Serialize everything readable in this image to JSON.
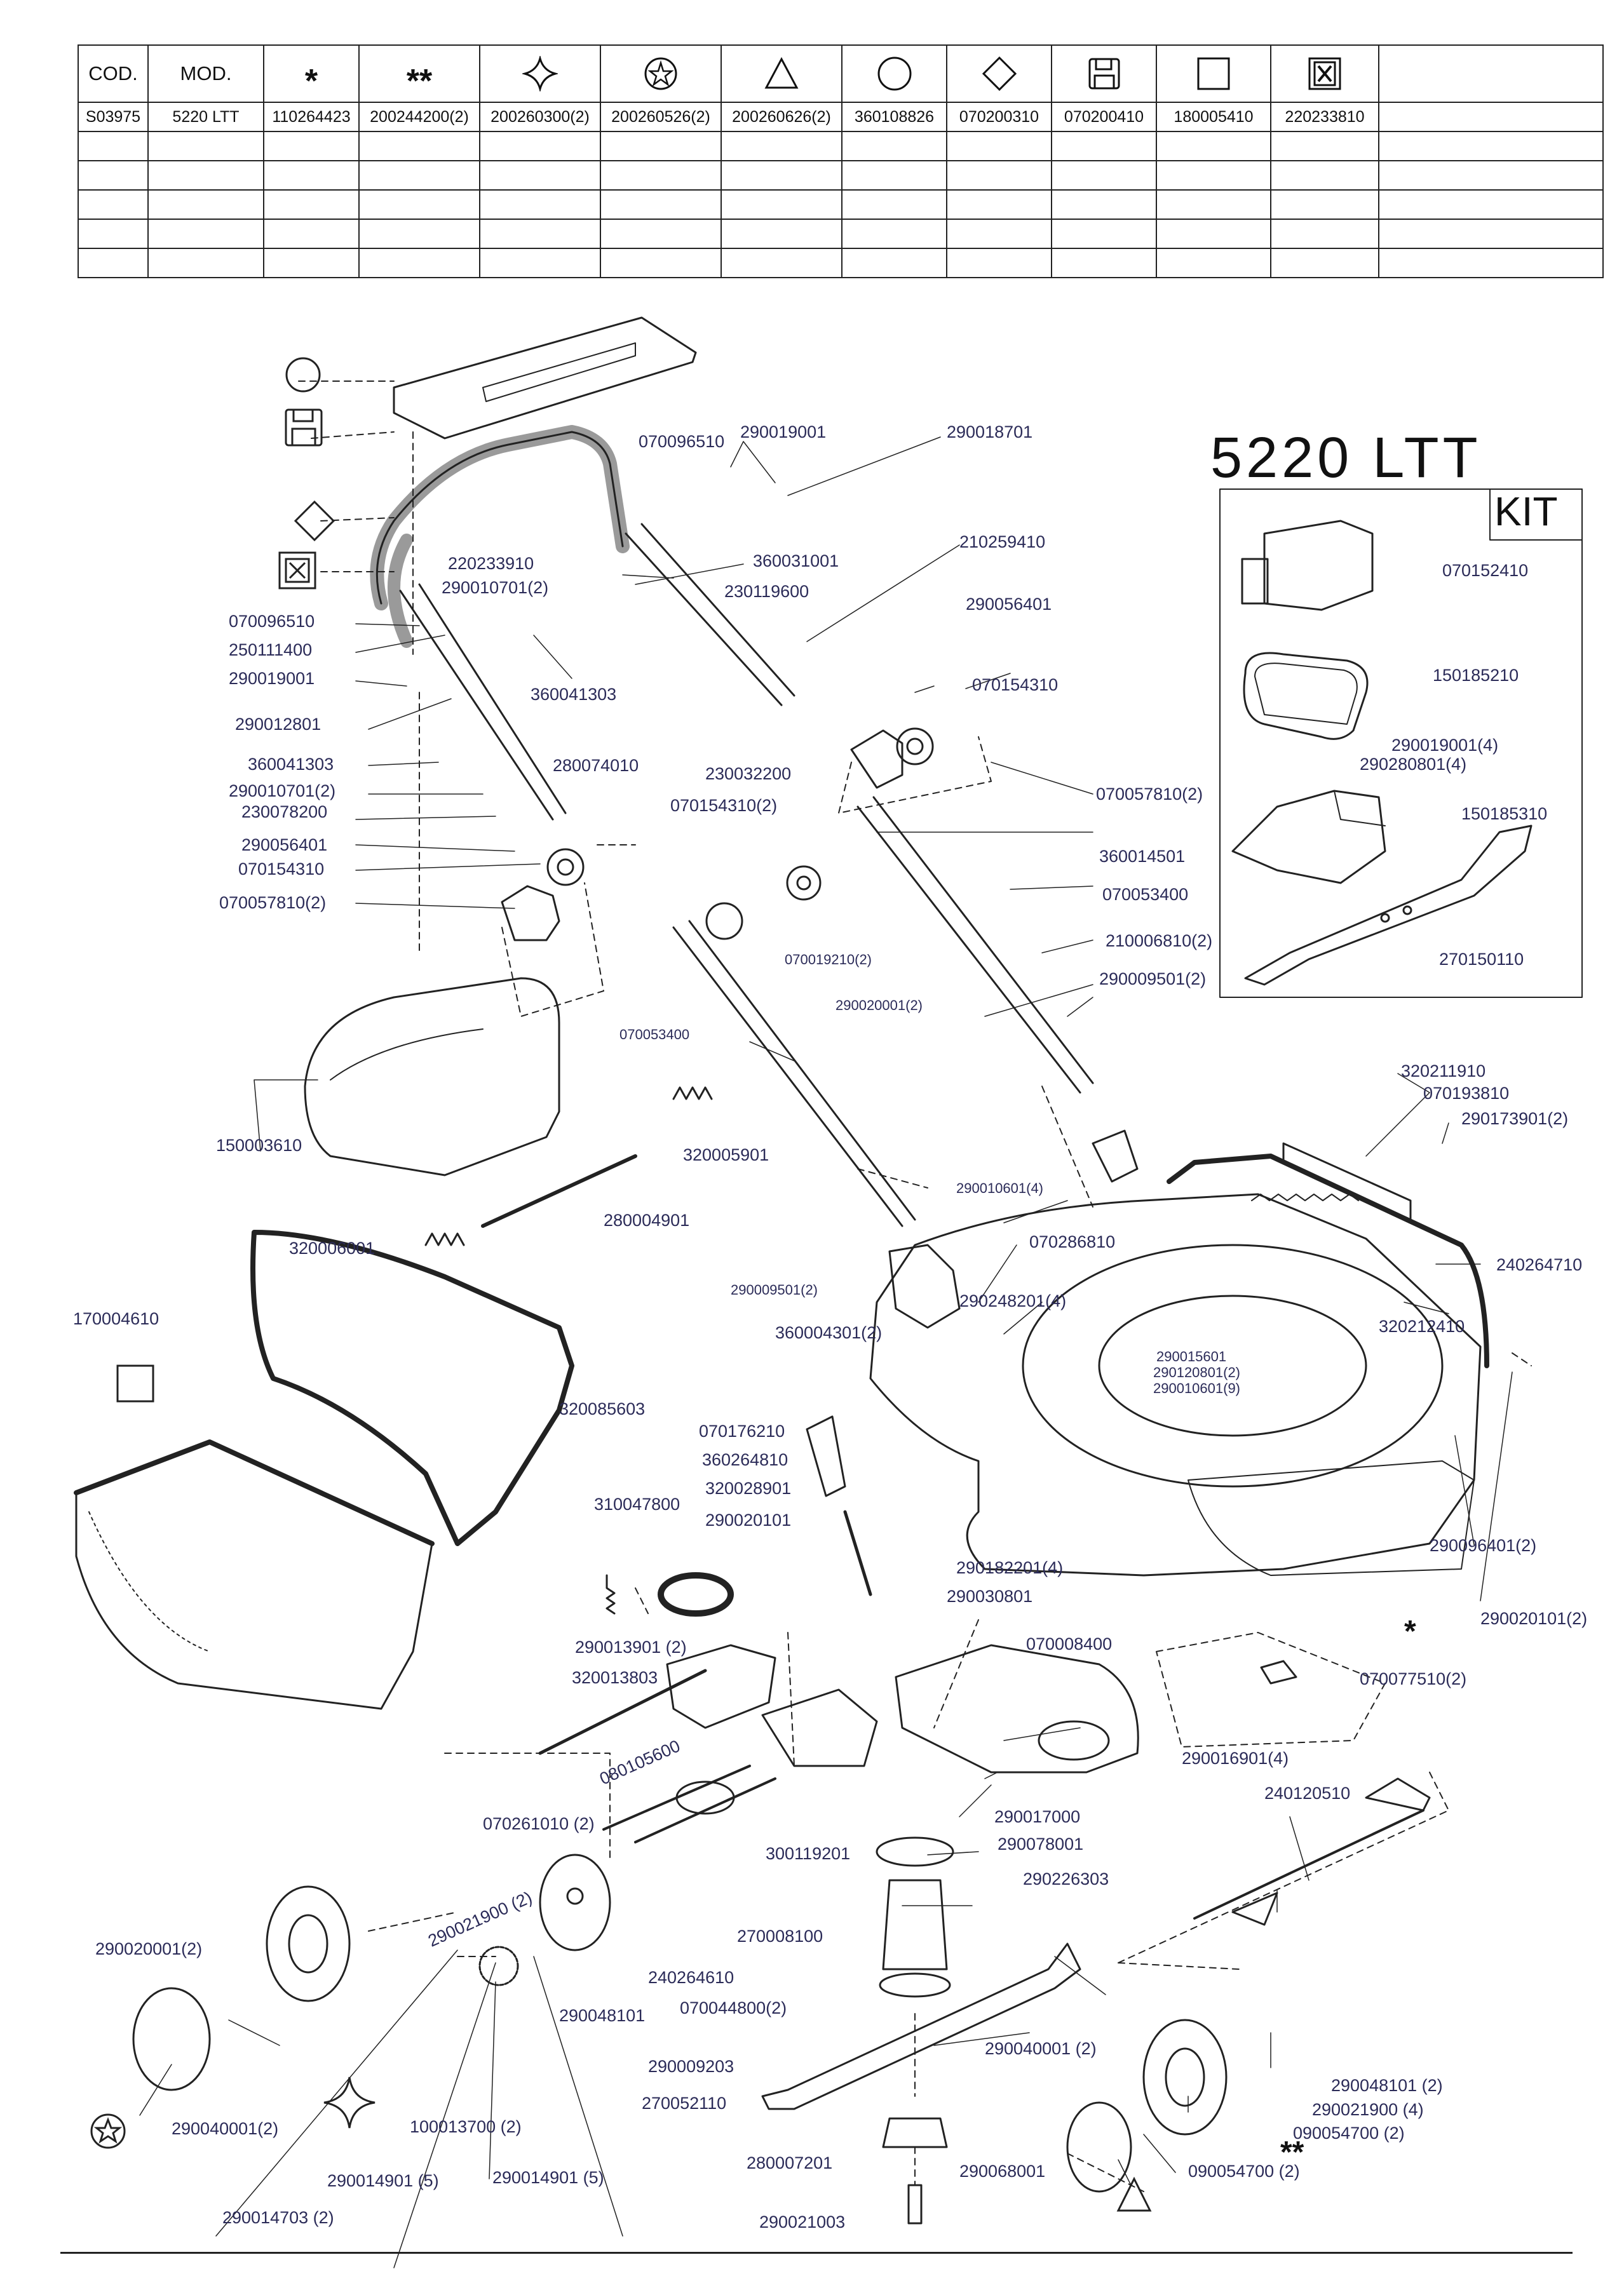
{
  "table": {
    "headers": [
      "COD.",
      "MOD."
    ],
    "symbol_columns": [
      "asterisk",
      "double-asterisk",
      "four-point-star",
      "circled-star",
      "triangle",
      "circle",
      "diamond",
      "floppy-disk",
      "square",
      "boxed-x"
    ],
    "symbol_text": {
      "asterisk": "*",
      "double-asterisk": "**"
    },
    "row": [
      "S03975",
      "5220  LTT",
      "110264423",
      "200244200(2)",
      "200260300(2)",
      "200260526(2)",
      "200260626(2)",
      "360108826",
      "070200310",
      "070200410",
      "180005410",
      "220233810",
      ""
    ],
    "empty_rows": 5
  },
  "model_title": "5220  LTT",
  "kit_title": "KIT",
  "callouts": [
    "070096510",
    "290019001",
    "290018701",
    "220233910",
    "360031001",
    "210259410",
    "290010701(2)",
    "230119600",
    "070096510",
    "250111400",
    "290019001",
    "290056401",
    "360041303",
    "070154310",
    "290012801",
    "280074010",
    "360041303",
    "290010701(2)",
    "230078200",
    "230032200",
    "070154310(2)",
    "070057810(2)",
    "290056401",
    "070154310",
    "360014501",
    "070057810(2)",
    "070053400",
    "070019210(2)",
    "210006810(2)",
    "290020001(2)",
    "290009501(2)",
    "070053400",
    "320211910",
    "070193810",
    "290173901(2)",
    "150003610",
    "320005901",
    "290010601(4)",
    "070286810",
    "280004901",
    "240264710",
    "320006001",
    "290009501(2)",
    "290248201(4)",
    "170004610",
    "360004301(2)",
    "320212410",
    "290015601",
    "290120801(2)",
    "290010601(9)",
    "320085603",
    "070176210",
    "360264810",
    "310047800",
    "320028901",
    "290020101",
    "290182201(4)",
    "290096401(2)",
    "290030801",
    "290020101(2)",
    "290013901 (2)",
    "070008400",
    "320013803",
    "070077510(2)",
    "080105600",
    "290016901(4)",
    "240120510",
    "070261010 (2)",
    "290017000",
    "290078001",
    "300119201",
    "290226303",
    "290021900 (2)",
    "290020001(2)",
    "270008100",
    "240264610",
    "290048101",
    "070044800(2)",
    "290009203",
    "290040001 (2)",
    "290048101 (2)",
    "270052110",
    "290021900 (4)",
    "090054700 (2)",
    "290040001(2)",
    "100013700 (2)",
    "280007201",
    "290068001",
    "090054700 (2)",
    "290014901 (5)",
    "290014901 (5)",
    "290014703 (2)",
    "290021003"
  ],
  "kit_callouts": [
    "070152410",
    "150185210",
    "290019001(4)",
    "290280801(4)",
    "150185310",
    "270150110"
  ],
  "figure_symbols": {
    "star_mark": "*",
    "double_star_mark": "**"
  },
  "colors": {
    "ink": "#1f1f3a",
    "line": "#222222",
    "handle_gray": "#9a9a9a"
  }
}
